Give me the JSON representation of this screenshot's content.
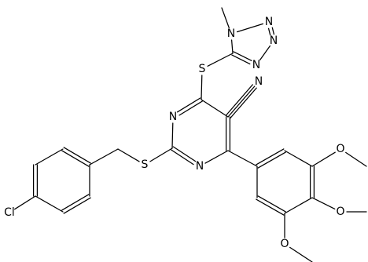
{
  "structure": {
    "atoms": [
      {
        "id": "n_t1",
        "label": "N"
      },
      {
        "id": "n_t2",
        "label": "N"
      },
      {
        "id": "n_t3",
        "label": "N"
      },
      {
        "id": "n_t4",
        "label": "N"
      },
      {
        "id": "s_1",
        "label": "S"
      },
      {
        "id": "n_p1",
        "label": "N"
      },
      {
        "id": "n_p2",
        "label": "N"
      },
      {
        "id": "n_cn",
        "label": "N"
      },
      {
        "id": "s_2",
        "label": "S"
      },
      {
        "id": "cl",
        "label": "Cl"
      },
      {
        "id": "o_1",
        "label": "O"
      },
      {
        "id": "o_2",
        "label": "O"
      },
      {
        "id": "o_3",
        "label": "O"
      }
    ]
  }
}
